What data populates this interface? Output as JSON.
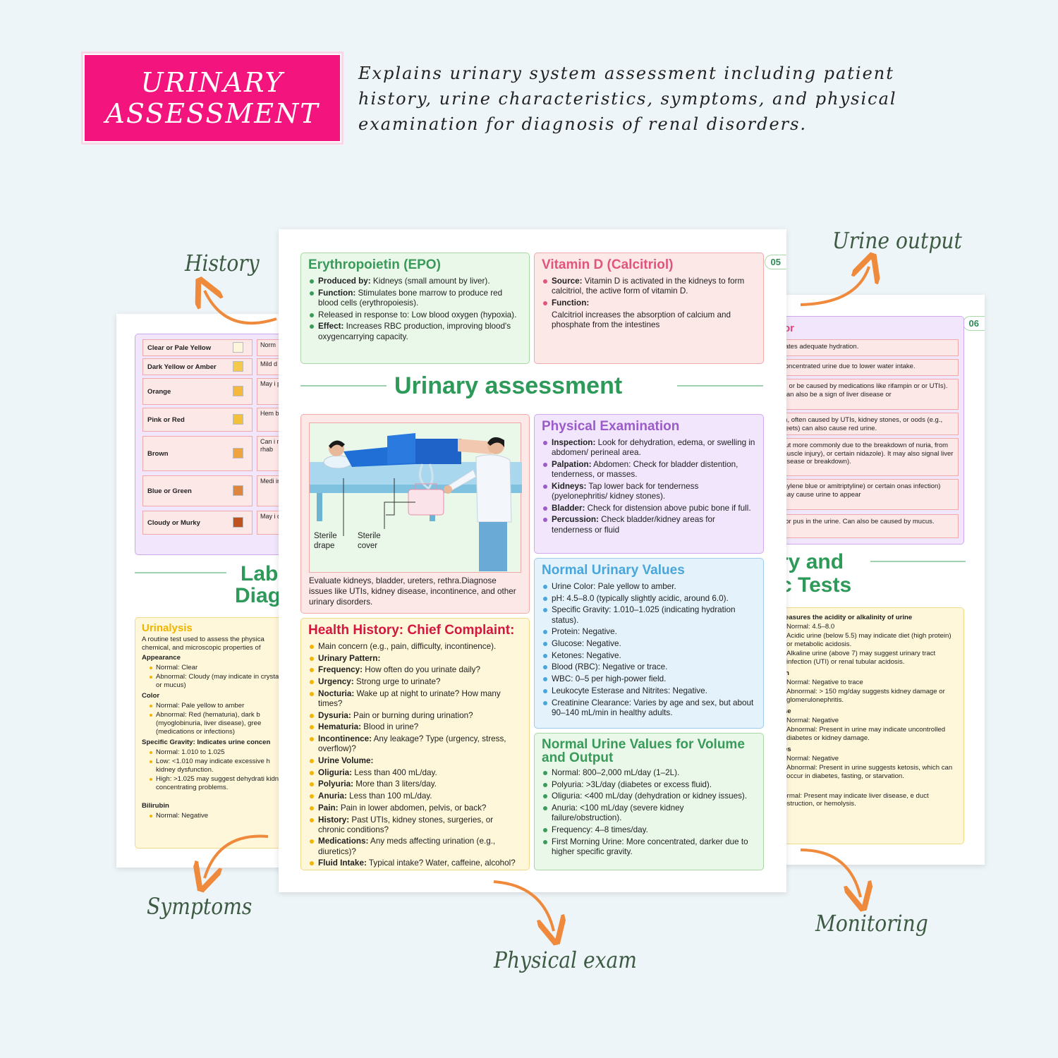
{
  "header": {
    "title_line1": "URINARY",
    "title_line2": "ASSESSMENT",
    "description": "Explains urinary system assessment including patient history, urine characteristics, symptoms, and physical examination for diagnosis of renal disorders.",
    "badge_color": "#f4147d"
  },
  "callouts": {
    "history": "History",
    "urine_output": "Urine output",
    "symptoms": "Symptoms",
    "physical_exam": "Physical exam",
    "monitoring": "Monitoring"
  },
  "main_page": {
    "page_number": "05",
    "section_title": "Urinary assessment",
    "epo": {
      "title": "Erythropoietin (EPO)",
      "items": [
        {
          "bold": "Produced by:",
          "text": " Kidneys (small amount by liver)."
        },
        {
          "bold": "Function:",
          "text": " Stimulates bone marrow to produce red blood cells (erythropoiesis)."
        },
        {
          "bold": "",
          "text": "Released in response to: Low blood oxygen (hypoxia)."
        },
        {
          "bold": "Effect:",
          "text": " Increases RBC production, improving blood's oxygencarrying capacity."
        }
      ]
    },
    "vitd": {
      "title": "Vitamin D (Calcitriol)",
      "items": [
        {
          "bold": "Source:",
          "text": " Vitamin D is activated in the kidneys to form calcitriol, the active form of vitamin D."
        },
        {
          "bold": "Function:",
          "text": ""
        }
      ],
      "note": "Calcitriol increases the absorption of calcium and phosphate from the intestines"
    },
    "illustration": {
      "label_drape": "Sterile drape",
      "label_cover": "Sterile cover",
      "caption": "Evaluate kidneys, bladder, ureters, rethra.Diagnose issues like UTIs, kidney disease, incontinence, and other urinary disorders."
    },
    "physical": {
      "title": "Physical Examination",
      "items": [
        {
          "bold": "Inspection:",
          "text": " Look for dehydration, edema, or swelling in abdomen/ perineal area."
        },
        {
          "bold": "Palpation:",
          "text": " Abdomen: Check for bladder distention, tenderness, or masses."
        },
        {
          "bold": "Kidneys:",
          "text": " Tap lower back for tenderness (pyelonephritis/ kidney stones)."
        },
        {
          "bold": "Bladder:",
          "text": " Check for distension above pubic bone if full."
        },
        {
          "bold": "Percussion:",
          "text": " Check bladder/kidney areas for tenderness or fluid"
        }
      ]
    },
    "normal_values": {
      "title": "Normal Urinary Values",
      "items": [
        "Urine Color: Pale yellow to amber.",
        "pH: 4.5–8.0 (typically slightly acidic, around 6.0).",
        "Specific Gravity: 1.010–1.025 (indicating hydration status).",
        "Protein: Negative.",
        "Glucose: Negative.",
        "Ketones: Negative.",
        "Blood (RBC): Negative or trace.",
        "WBC: 0–5 per high-power field.",
        "Leukocyte Esterase and Nitrites: Negative.",
        "Creatinine Clearance: Varies by age and sex, but about 90–140 mL/min in healthy adults."
      ]
    },
    "history": {
      "title": "Health History: Chief Complaint:",
      "items": [
        {
          "bold": "",
          "text": "Main concern (e.g., pain, difficulty, incontinence)."
        },
        {
          "bold": "Urinary Pattern:",
          "text": ""
        },
        {
          "bold": "Frequency:",
          "text": " How often do you urinate daily?"
        },
        {
          "bold": "Urgency:",
          "text": " Strong urge to urinate?"
        },
        {
          "bold": "Nocturia:",
          "text": " Wake up at night to urinate? How many times?"
        },
        {
          "bold": "Dysuria:",
          "text": " Pain or burning during urination?"
        },
        {
          "bold": "Hematuria:",
          "text": " Blood in urine?"
        },
        {
          "bold": "Incontinence:",
          "text": " Any leakage? Type (urgency, stress, overflow)?"
        },
        {
          "bold": "Urine Volume:",
          "text": ""
        },
        {
          "bold": "Oliguria:",
          "text": " Less than 400 mL/day."
        },
        {
          "bold": "Polyuria:",
          "text": " More than 3 liters/day."
        },
        {
          "bold": "Anuria:",
          "text": " Less than 100 mL/day."
        },
        {
          "bold": "Pain:",
          "text": " Pain in lower abdomen, pelvis, or back?"
        },
        {
          "bold": "History:",
          "text": " Past UTIs, kidney stones, surgeries, or chronic conditions?"
        },
        {
          "bold": "Medications:",
          "text": " Any meds affecting urination (e.g., diuretics)?"
        },
        {
          "bold": "Fluid Intake:",
          "text": " Typical intake? Water, caffeine, alcohol?"
        }
      ]
    },
    "volume": {
      "title": "Normal Urine Values for Volume and Output",
      "items": [
        "Normal: 800–2,000 mL/day (1–2L).",
        "Polyuria: >3L/day (diabetes or excess fluid).",
        "Oliguria: <400 mL/day (dehydration or kidney issues).",
        "Anuria: <100 mL/day (severe kidney failure/obstruction).",
        "Frequency: 4–8 times/day.",
        "First Morning Urine: More concentrated, darker due to higher specific gravity."
      ]
    }
  },
  "left_page": {
    "color_rows": [
      {
        "name": "Clear or Pale Yellow",
        "swatch": "#fdf6dc",
        "note": "Norm"
      },
      {
        "name": "Dark Yellow or Amber",
        "swatch": "#f6c94a",
        "note": "Mild d"
      },
      {
        "name": "Orange",
        "swatch": "#f5b73c",
        "note": "May i phen bile d"
      },
      {
        "name": "Pink or Red",
        "swatch": "#f3c03a",
        "note": "Hem blad"
      },
      {
        "name": "Brown",
        "swatch": "#f0a33c",
        "note": "Can i musc medi rhab"
      },
      {
        "name": "Blue or Green",
        "swatch": "#e0853c",
        "note": "Medi infec blue/"
      },
      {
        "name": "Cloudy or Murky",
        "swatch": "#c0521f",
        "note": "May i dehy"
      }
    ],
    "section_title_1": "Lab",
    "section_title_2": "Diag",
    "urinalysis": {
      "title": "Urinalysis",
      "intro": "A routine test used to assess the physica chemical, and microscopic properties of",
      "appearance_h": "Appearance",
      "appearance": [
        "Normal: Clear",
        "Abnormal: Cloudy (may indicate in crystals, or mucus)"
      ],
      "color_h": "Color",
      "color": [
        "Normal: Pale yellow to amber",
        "Abnormal: Red (hematuria), dark b (myoglobinuria, liver disease), gree (medications or infections)"
      ],
      "sg_h": "Specific Gravity: Indicates urine concen",
      "sg": [
        "Normal: 1.010 to 1.025",
        "Low: <1.010 may indicate excessive h kidney dysfunction.",
        "High: >1.025 may suggest dehydrati kidney concentrating problems."
      ],
      "bili_h": "Bilirubin",
      "bili": [
        "Normal: Negative"
      ]
    }
  },
  "right_page": {
    "page_number": "06",
    "header_fragment": "or",
    "rows": [
      "cates adequate hydration.",
      "concentrated urine due to lower water intake.",
      "n, or be caused by medications like rifampin or or UTIs). Can also be a sign of liver disease or",
      "e), often caused by UTIs, kidney stones, or oods (e.g., beets) can also cause red urine.",
      "but more commonly due to the breakdown of nuria, from muscle injury), or certain nidazole). It may also signal liver disease or breakdown).",
      "thylene blue or amitriptyline) or certain onas infection) may cause urine to appear",
      ", or pus in the urine. Can also be caused by mucus."
    ],
    "section_title_1": "ry and",
    "section_title_2": "c Tests",
    "tests": {
      "ph_h": "Measures the acidity or alkalinity of urine",
      "ph": [
        "Normal: 4.5–8.0",
        "Acidic urine (below 5.5) may indicate diet (high protein) or metabolic acidosis.",
        "Alkaline urine (above 7) may suggest urinary tract infection (UTI) or renal tubular acidosis."
      ],
      "protein_h": "ein",
      "protein": [
        "Normal: Negative to trace",
        "Abnormal: > 150 mg/day suggests kidney damage or glomerulonephritis."
      ],
      "glucose_h": "ose",
      "glucose": [
        "Normal: Negative",
        "Abnormal: Present in urine may indicate uncontrolled diabetes or kidney damage."
      ],
      "ketones_h": "nes",
      "ketones": [
        "Normal: Negative",
        "Abnormal: Present in urine suggests ketosis, which can occur in diabetes, fasting, or starvation."
      ],
      "bili": [
        "normal: Present may indicate liver disease, e duct obstruction, or hemolysis."
      ]
    }
  }
}
